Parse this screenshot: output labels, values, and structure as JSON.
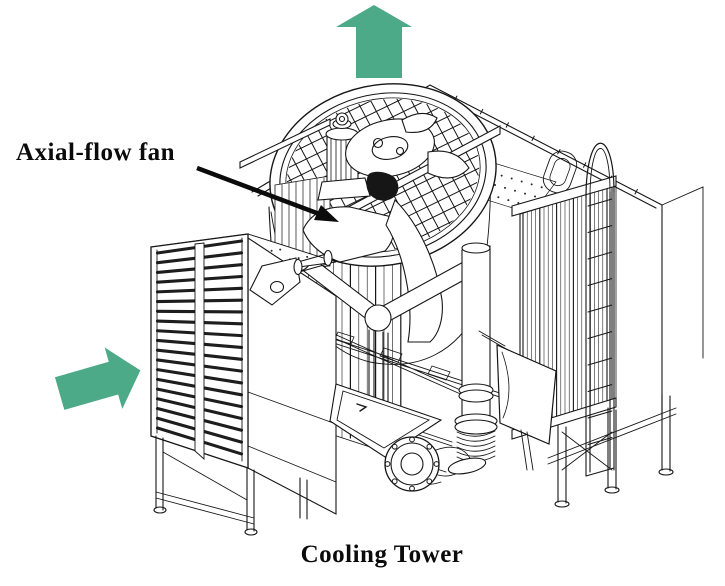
{
  "figure": {
    "fan_label": "Axial-flow fan",
    "caption": "Cooling Tower"
  },
  "colors": {
    "airflow_arrow": "#4caa88",
    "ink": "#161616",
    "background": "#ffffff"
  },
  "icons": {
    "airflow_up_arrow": "block-arrow-up",
    "airflow_in_arrow": "block-arrow-right",
    "label_pointer": "pointer-arrow"
  }
}
